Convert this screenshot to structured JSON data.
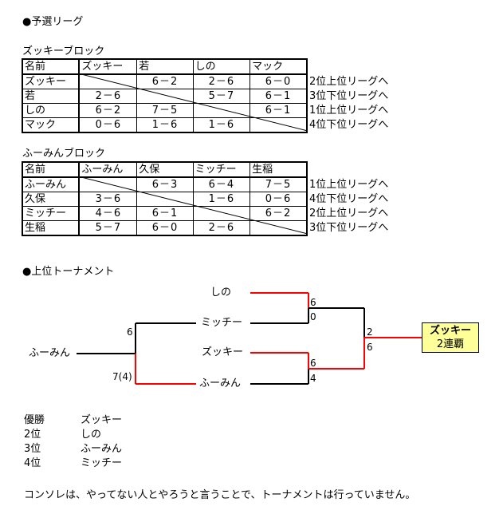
{
  "prelim": {
    "title": "●予選リーグ",
    "blocks": [
      {
        "title": "ズッキーブロック",
        "header": [
          "名前",
          "ズッキー",
          "若",
          "しの",
          "マック"
        ],
        "rows": [
          {
            "name": "ズッキー",
            "cells": [
              "",
              "6－2",
              "2－6",
              "6－0"
            ],
            "result": "2位上位リーグへ"
          },
          {
            "name": "若",
            "cells": [
              "2－6",
              "",
              "5－7",
              "6－1"
            ],
            "result": "3位下位リーグへ"
          },
          {
            "name": "しの",
            "cells": [
              "6－2",
              "7－5",
              "",
              "6－1"
            ],
            "result": "1位上位リーグへ"
          },
          {
            "name": "マック",
            "cells": [
              "0－6",
              "1－6",
              "1－6",
              ""
            ],
            "result": "4位下位リーグへ"
          }
        ]
      },
      {
        "title": "ふーみんブロック",
        "header": [
          "名前",
          "ふーみん",
          "久保",
          "ミッチー",
          "生稲"
        ],
        "rows": [
          {
            "name": "ふーみん",
            "cells": [
              "",
              "6－3",
              "6－4",
              "7－5"
            ],
            "result": "1位上位リーグへ"
          },
          {
            "name": "久保",
            "cells": [
              "3－6",
              "",
              "1－6",
              "0－6"
            ],
            "result": "4位下位リーグへ"
          },
          {
            "name": "ミッチー",
            "cells": [
              "4－6",
              "6－1",
              "",
              "6－2"
            ],
            "result": "2位上位リーグへ"
          },
          {
            "name": "生稲",
            "cells": [
              "5－7",
              "6－0",
              "2－6",
              ""
            ],
            "result": "3位下位リーグへ"
          }
        ]
      }
    ]
  },
  "tournament": {
    "title": "●上位トーナメント",
    "players": {
      "shino": "しの",
      "mitchy": "ミッチー",
      "zukky": "ズッキー",
      "fumin_seed": "ふーみん",
      "fumin": "ふーみん"
    },
    "scores": {
      "shino_vs_mitchy_top": "6",
      "shino_vs_mitchy_bottom": "0",
      "zukky_vs_fumin_top": "6",
      "zukky_vs_fumin_bottom": "4",
      "seed_vs_mitchy": "6",
      "seed_vs_fumin": "7(4)",
      "final_top": "2",
      "final_bottom": "6"
    },
    "champion": {
      "name": "ズッキー",
      "sub": "2連覇"
    },
    "colors": {
      "winner_line": "#ff0000",
      "loser_line": "#000000",
      "champ_bg": "#ffff99"
    }
  },
  "ranking": [
    {
      "place": "優勝",
      "name": "ズッキー"
    },
    {
      "place": "2位",
      "name": "しの"
    },
    {
      "place": "3位",
      "name": "ふーみん"
    },
    {
      "place": "4位",
      "name": "ミッチー"
    }
  ],
  "note": "コンソレは、やってない人とやろうと言うことで、トーナメントは行っていません。"
}
